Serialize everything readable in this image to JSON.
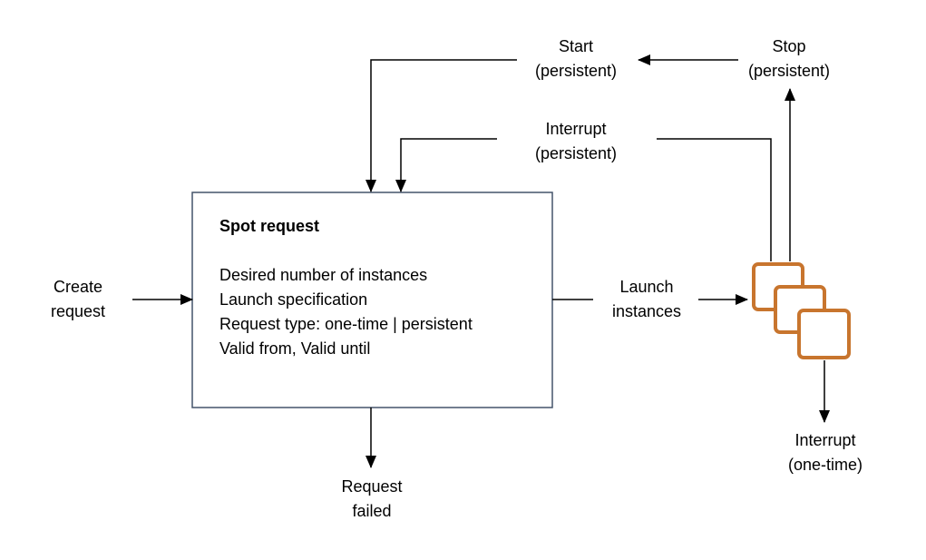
{
  "colors": {
    "box_border": "#44546a",
    "instance_icon": "#c8752e",
    "line": "#000000"
  },
  "icons": {
    "instances": "stacked-instances-icon"
  },
  "spot_request": {
    "title": "Spot request",
    "lines": [
      "Desired number of instances",
      "Launch specification",
      "Request type: one-time | persistent",
      "Valid from, Valid until"
    ]
  },
  "labels": {
    "create_request": [
      "Create",
      "request"
    ],
    "request_failed": [
      "Request",
      "failed"
    ],
    "launch_instances": [
      "Launch",
      "instances"
    ],
    "start_persistent": [
      "Start",
      "(persistent)"
    ],
    "stop_persistent": [
      "Stop",
      "(persistent)"
    ],
    "interrupt_persistent": [
      "Interrupt",
      "(persistent)"
    ],
    "interrupt_one_time": [
      "Interrupt",
      "(one-time)"
    ]
  }
}
